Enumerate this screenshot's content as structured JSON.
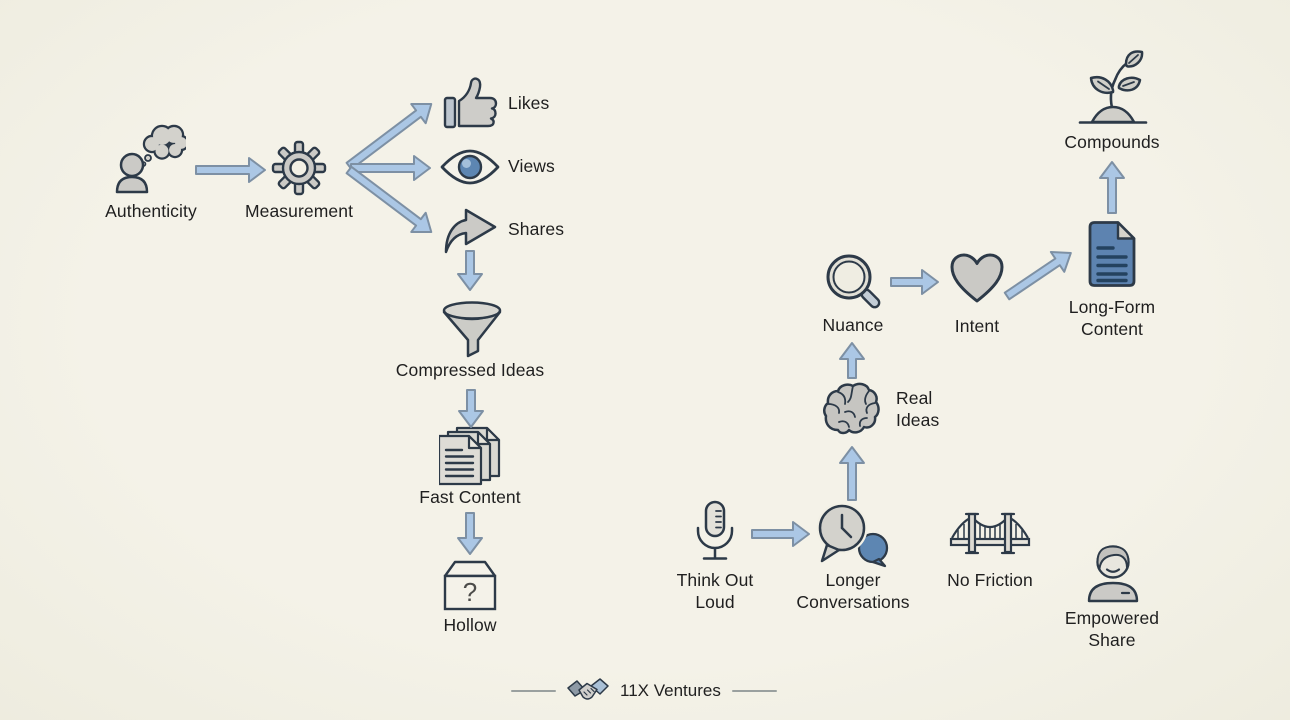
{
  "diagram_title": "",
  "colors": {
    "background": "#f2f0e5",
    "arrow_fill": "#abc7e5",
    "arrow_stroke": "#7d90a4",
    "icon_stroke": "#2d3a48",
    "icon_gray": "#cbcac6",
    "accent_blue": "#5d84b0",
    "text": "#1f1f1f"
  },
  "nodes": {
    "authenticity": {
      "label": "Authenticity",
      "icon": "person-thinking-icon"
    },
    "measurement": {
      "label": "Measurement",
      "icon": "gear-icon"
    },
    "likes": {
      "label": "Likes",
      "icon": "thumbs-up-icon"
    },
    "views": {
      "label": "Views",
      "icon": "eye-icon"
    },
    "shares": {
      "label": "Shares",
      "icon": "share-arrow-icon"
    },
    "compressed_ideas": {
      "label": "Compressed Ideas",
      "icon": "funnel-icon"
    },
    "fast_content": {
      "label": "Fast Content",
      "icon": "documents-stack-icon"
    },
    "hollow": {
      "label": "Hollow",
      "icon": "empty-box-question-icon"
    },
    "think_out_loud": {
      "label": "Think Out\nLoud",
      "icon": "microphone-icon"
    },
    "longer_conversations": {
      "label": "Longer\nConversations",
      "icon": "chat-clock-icon"
    },
    "real_ideas": {
      "label": "Real\nIdeas",
      "icon": "brain-icon"
    },
    "nuance": {
      "label": "Nuance",
      "icon": "magnifier-icon"
    },
    "intent": {
      "label": "Intent",
      "icon": "heart-icon"
    },
    "long_form_content": {
      "label": "Long-Form\nContent",
      "icon": "blue-document-icon"
    },
    "compounds": {
      "label": "Compounds",
      "icon": "plant-sprout-icon"
    },
    "no_friction": {
      "label": "No Friction",
      "icon": "bridge-icon"
    },
    "empowered_share": {
      "label": "Empowered\nShare",
      "icon": "person-icon"
    }
  },
  "edges": [
    {
      "from": "authenticity",
      "to": "measurement"
    },
    {
      "from": "measurement",
      "to": "likes"
    },
    {
      "from": "measurement",
      "to": "views"
    },
    {
      "from": "measurement",
      "to": "shares"
    },
    {
      "from": "shares",
      "to": "compressed_ideas"
    },
    {
      "from": "compressed_ideas",
      "to": "fast_content"
    },
    {
      "from": "fast_content",
      "to": "hollow"
    },
    {
      "from": "think_out_loud",
      "to": "longer_conversations"
    },
    {
      "from": "longer_conversations",
      "to": "real_ideas"
    },
    {
      "from": "real_ideas",
      "to": "nuance"
    },
    {
      "from": "nuance",
      "to": "intent"
    },
    {
      "from": "intent",
      "to": "long_form_content"
    },
    {
      "from": "long_form_content",
      "to": "compounds"
    }
  ],
  "footer": {
    "brand": "11X Ventures",
    "icon": "handshake-icon"
  },
  "hollow_question_mark": "?"
}
